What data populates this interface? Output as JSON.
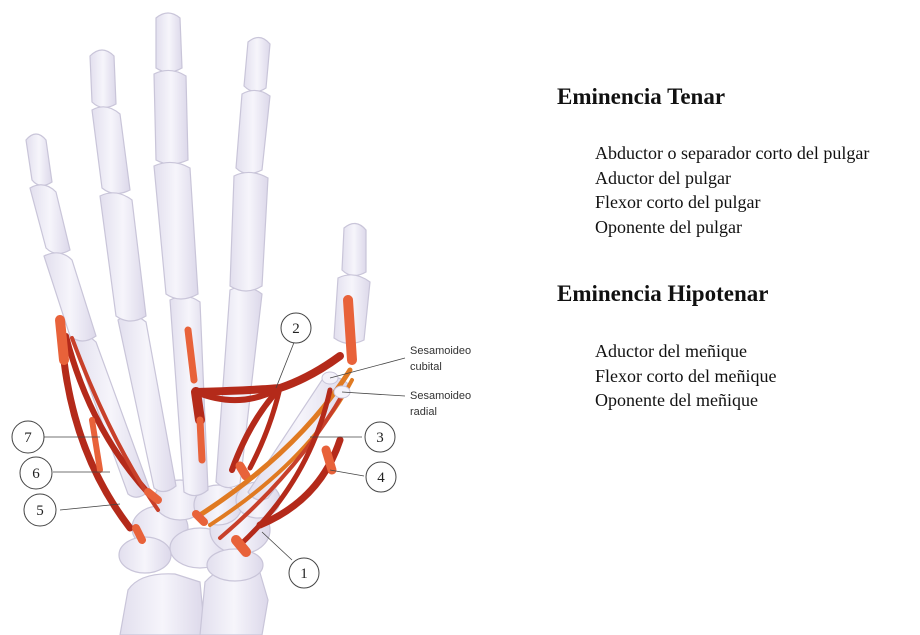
{
  "illustration": {
    "callouts": [
      "1",
      "2",
      "3",
      "4",
      "5",
      "6",
      "7"
    ],
    "sesamoid_ulnar": [
      "Sesamoideo",
      "cubital"
    ],
    "sesamoid_radial": [
      "Sesamoideo",
      "radial"
    ],
    "colors": {
      "bone": "#eceaf4",
      "bone_outline": "#c9c5d9",
      "muscle": "#b42a1a",
      "muscle_light": "#e8623a",
      "tendon": "#e07a22"
    }
  },
  "thenar": {
    "title": "Eminencia Tenar",
    "items": [
      "Abductor o separador corto del pulgar",
      "Aductor del pulgar",
      "Flexor corto del pulgar",
      "Oponente del pulgar"
    ]
  },
  "hypothenar": {
    "title": "Eminencia Hipotenar",
    "items": [
      "Aductor del meñique",
      "Flexor corto del meñique",
      "Oponente del meñique"
    ]
  }
}
